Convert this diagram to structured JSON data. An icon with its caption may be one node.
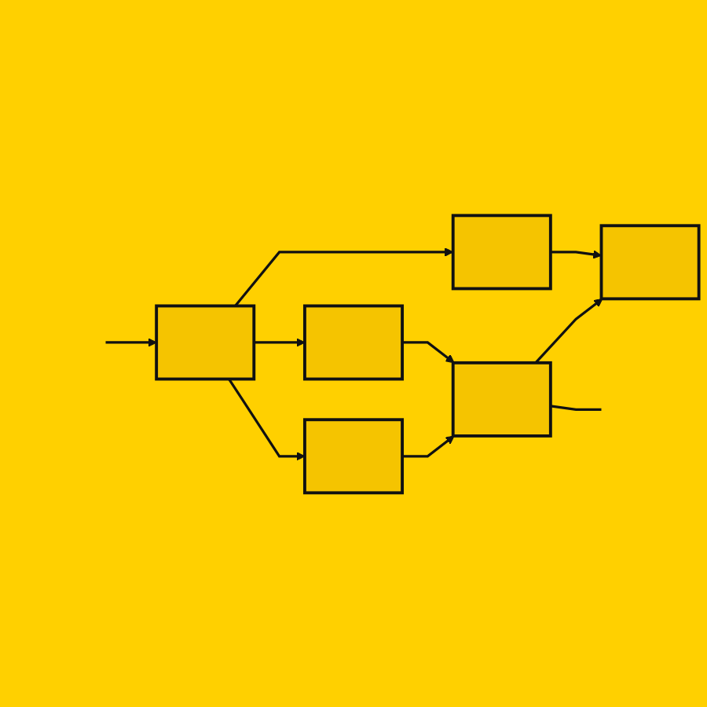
{
  "diagram": {
    "nodes": [
      {
        "text": [],
        "shape": "box"
      },
      {
        "text": [],
        "shape": "box"
      },
      {
        "text": [],
        "shape": "box"
      },
      {
        "text": [],
        "shape": "box"
      },
      {
        "text": [],
        "shape": "box"
      },
      {
        "text": [],
        "shape": "box"
      }
    ],
    "edges": [
      {
        "from": null,
        "to": 2,
        "arrow": "to"
      },
      {
        "from": 2,
        "to": 0,
        "arrow": "to"
      },
      {
        "from": 0,
        "to": 1,
        "arrow": "to"
      },
      {
        "from": 2,
        "to": 3,
        "arrow": "to"
      },
      {
        "from": 3,
        "to": 4,
        "arrow": "to"
      },
      {
        "from": 2,
        "to": 5,
        "arrow": "to"
      },
      {
        "from": 5,
        "to": 4,
        "arrow": "to"
      },
      {
        "from": 4,
        "to": 1,
        "arrow": "to"
      },
      {
        "from": 4,
        "to": null,
        "arrow": "none"
      }
    ]
  }
}
